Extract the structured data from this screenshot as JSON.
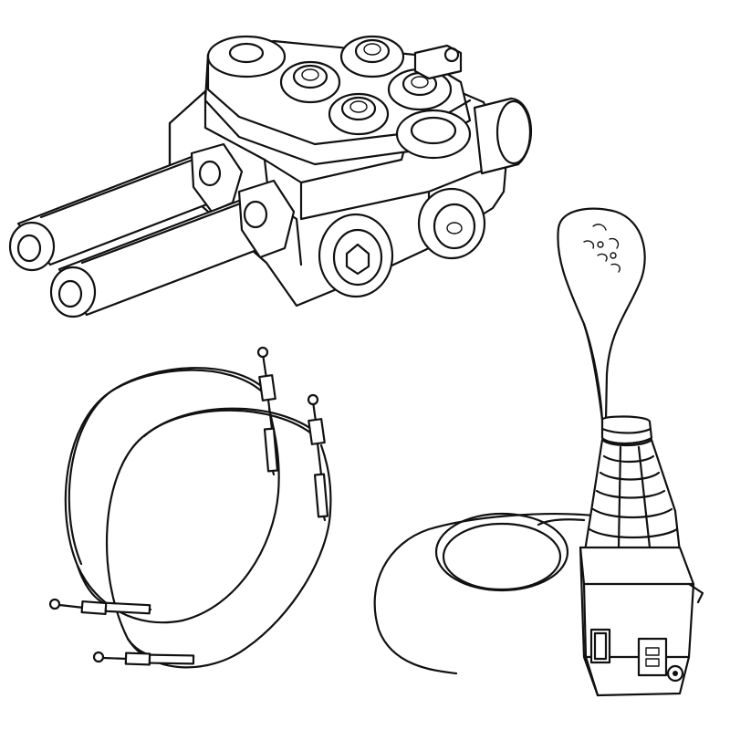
{
  "illustration": {
    "style": "black line art on white background",
    "background_color": "#ffffff",
    "ink_color": "#111111",
    "components": [
      {
        "id": "hydraulic-valve",
        "icon": "hydraulic-directional-valve-icon"
      },
      {
        "id": "control-cables",
        "icon": "push-pull-cable-icon",
        "count": 2
      },
      {
        "id": "joystick",
        "icon": "joystick-lever-icon"
      }
    ]
  }
}
